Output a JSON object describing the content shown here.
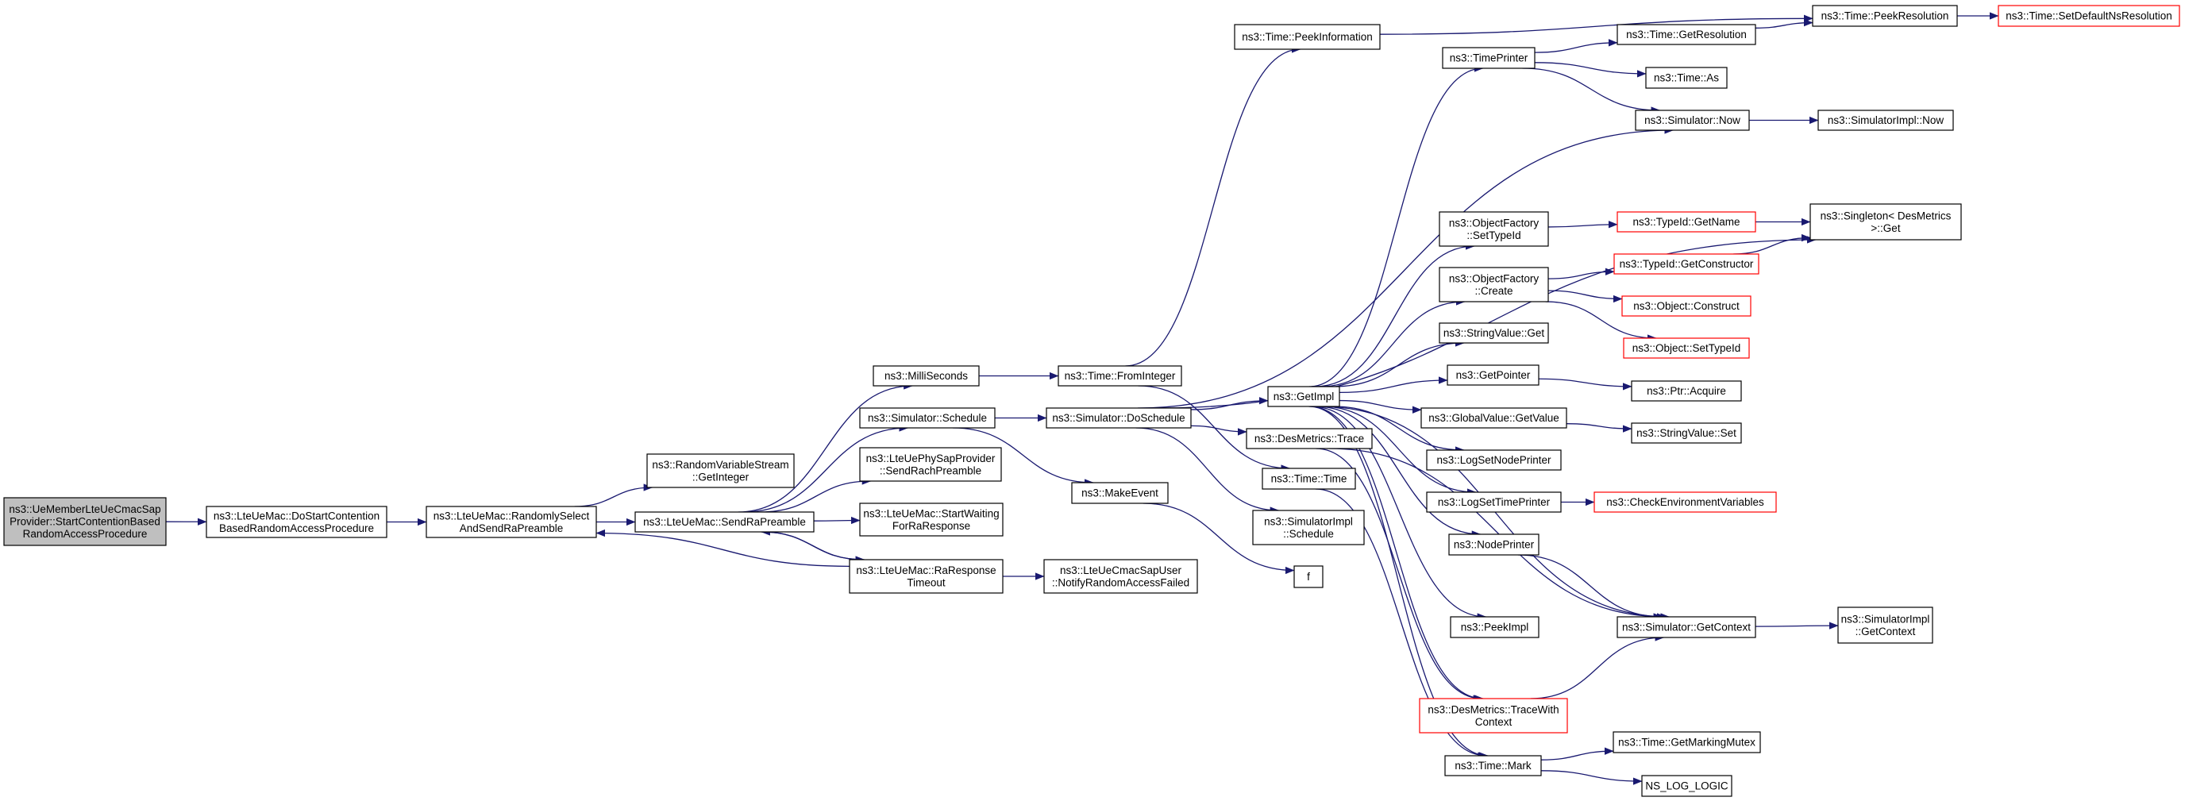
{
  "diagram": {
    "edge_color": "#191970",
    "root_fill": "#bfbfbf",
    "truncated_border": "#ff0000",
    "nodes": [
      {
        "id": "root",
        "lines": [
          "ns3::UeMemberLteUeCmacSap",
          "Provider::StartContentionBased",
          "RandomAccessProcedure"
        ],
        "root": true
      },
      {
        "id": "dostart",
        "lines": [
          "ns3::LteUeMac::DoStartContention",
          "BasedRandomAccessProcedure"
        ]
      },
      {
        "id": "randsel",
        "lines": [
          "ns3::LteUeMac::RandomlySelect",
          "AndSendRaPreamble"
        ]
      },
      {
        "id": "rvsget",
        "lines": [
          "ns3::RandomVariableStream",
          "::GetInteger"
        ]
      },
      {
        "id": "sendra",
        "lines": [
          "ns3::LteUeMac::SendRaPreamble"
        ]
      },
      {
        "id": "millis",
        "lines": [
          "ns3::MilliSeconds"
        ]
      },
      {
        "id": "simsched",
        "lines": [
          "ns3::Simulator::Schedule"
        ]
      },
      {
        "id": "physap",
        "lines": [
          "ns3::LteUePhySapProvider",
          "::SendRachPreamble"
        ]
      },
      {
        "id": "startwait",
        "lines": [
          "ns3::LteUeMac::StartWaiting",
          "ForRaResponse"
        ]
      },
      {
        "id": "rarespto",
        "lines": [
          "ns3::LteUeMac::RaResponse",
          "Timeout"
        ]
      },
      {
        "id": "notify",
        "lines": [
          "ns3::LteUeCmacSapUser",
          "::NotifyRandomAccessFailed"
        ]
      },
      {
        "id": "fromint",
        "lines": [
          "ns3::Time::FromInteger"
        ]
      },
      {
        "id": "dosched",
        "lines": [
          "ns3::Simulator::DoSchedule"
        ]
      },
      {
        "id": "makeevent",
        "lines": [
          "ns3::MakeEvent"
        ]
      },
      {
        "id": "peekinfo",
        "lines": [
          "ns3::Time::PeekInformation"
        ]
      },
      {
        "id": "getimpl",
        "lines": [
          "ns3::GetImpl"
        ]
      },
      {
        "id": "destrace",
        "lines": [
          "ns3::DesMetrics::Trace"
        ]
      },
      {
        "id": "timetime",
        "lines": [
          "ns3::Time::Time"
        ]
      },
      {
        "id": "simimplsched",
        "lines": [
          "ns3::SimulatorImpl",
          "::Schedule"
        ]
      },
      {
        "id": "f",
        "lines": [
          "f"
        ]
      },
      {
        "id": "timeprinter",
        "lines": [
          "ns3::TimePrinter"
        ]
      },
      {
        "id": "ofsettype",
        "lines": [
          "ns3::ObjectFactory",
          "::SetTypeId"
        ]
      },
      {
        "id": "ofcreate",
        "lines": [
          "ns3::ObjectFactory",
          "::Create"
        ]
      },
      {
        "id": "strvalget",
        "lines": [
          "ns3::StringValue::Get"
        ]
      },
      {
        "id": "getpointer",
        "lines": [
          "ns3::GetPointer"
        ]
      },
      {
        "id": "gvgetval",
        "lines": [
          "ns3::GlobalValue::GetValue"
        ]
      },
      {
        "id": "logsetnode",
        "lines": [
          "ns3::LogSetNodePrinter"
        ]
      },
      {
        "id": "logsettime",
        "lines": [
          "ns3::LogSetTimePrinter"
        ]
      },
      {
        "id": "nodeprinter",
        "lines": [
          "ns3::NodePrinter"
        ]
      },
      {
        "id": "peekimpl",
        "lines": [
          "ns3::PeekImpl"
        ]
      },
      {
        "id": "tracewith",
        "lines": [
          "ns3::DesMetrics::TraceWith",
          "Context"
        ],
        "truncated": true
      },
      {
        "id": "timemark",
        "lines": [
          "ns3::Time::Mark"
        ]
      },
      {
        "id": "getres",
        "lines": [
          "ns3::Time::GetResolution"
        ]
      },
      {
        "id": "timeas",
        "lines": [
          "ns3::Time::As"
        ]
      },
      {
        "id": "simnow",
        "lines": [
          "ns3::Simulator::Now"
        ]
      },
      {
        "id": "tidgetname",
        "lines": [
          "ns3::TypeId::GetName"
        ],
        "truncated": true
      },
      {
        "id": "tidgetctor",
        "lines": [
          "ns3::TypeId::GetConstructor"
        ],
        "truncated": true
      },
      {
        "id": "objconstruct",
        "lines": [
          "ns3::Object::Construct"
        ],
        "truncated": true
      },
      {
        "id": "objsettype",
        "lines": [
          "ns3::Object::SetTypeId"
        ],
        "truncated": true
      },
      {
        "id": "ptracquire",
        "lines": [
          "ns3::Ptr::Acquire"
        ]
      },
      {
        "id": "strvalset",
        "lines": [
          "ns3::StringValue::Set"
        ]
      },
      {
        "id": "checkenv",
        "lines": [
          "ns3::CheckEnvironmentVariables"
        ],
        "truncated": true
      },
      {
        "id": "simgetctx",
        "lines": [
          "ns3::Simulator::GetContext"
        ]
      },
      {
        "id": "getmarkmutex",
        "lines": [
          "ns3::Time::GetMarkingMutex"
        ]
      },
      {
        "id": "nslog",
        "lines": [
          "NS_LOG_LOGIC"
        ]
      },
      {
        "id": "peekres",
        "lines": [
          "ns3::Time::PeekResolution"
        ]
      },
      {
        "id": "setdefres",
        "lines": [
          "ns3::Time::SetDefaultNsResolution"
        ],
        "truncated": true
      },
      {
        "id": "simimplnow",
        "lines": [
          "ns3::SimulatorImpl::Now"
        ]
      },
      {
        "id": "singleton",
        "lines": [
          "ns3::Singleton< DesMetrics",
          ">::Get"
        ]
      },
      {
        "id": "simimplctx",
        "lines": [
          "ns3::SimulatorImpl",
          "::GetContext"
        ]
      }
    ],
    "edges": [
      [
        "root",
        "dostart"
      ],
      [
        "dostart",
        "randsel"
      ],
      [
        "randsel",
        "rvsget"
      ],
      [
        "randsel",
        "sendra"
      ],
      [
        "sendra",
        "millis"
      ],
      [
        "sendra",
        "simsched"
      ],
      [
        "sendra",
        "physap"
      ],
      [
        "sendra",
        "startwait"
      ],
      [
        "sendra",
        "rarespto"
      ],
      [
        "rarespto",
        "sendra"
      ],
      [
        "rarespto",
        "randsel"
      ],
      [
        "rarespto",
        "notify"
      ],
      [
        "millis",
        "fromint"
      ],
      [
        "simsched",
        "dosched"
      ],
      [
        "simsched",
        "makeevent"
      ],
      [
        "fromint",
        "peekinfo"
      ],
      [
        "fromint",
        "timetime"
      ],
      [
        "makeevent",
        "f"
      ],
      [
        "dosched",
        "getimpl"
      ],
      [
        "dosched",
        "destrace"
      ],
      [
        "dosched",
        "simimplsched"
      ],
      [
        "dosched",
        "simnow"
      ],
      [
        "dosched",
        "singleton"
      ],
      [
        "destrace",
        "tracewith"
      ],
      [
        "timetime",
        "timemark"
      ],
      [
        "peekinfo",
        "peekres"
      ],
      [
        "getimpl",
        "timeprinter"
      ],
      [
        "getimpl",
        "ofsettype"
      ],
      [
        "getimpl",
        "ofcreate"
      ],
      [
        "getimpl",
        "strvalget"
      ],
      [
        "getimpl",
        "getpointer"
      ],
      [
        "getimpl",
        "gvgetval"
      ],
      [
        "getimpl",
        "logsetnode"
      ],
      [
        "getimpl",
        "logsettime"
      ],
      [
        "getimpl",
        "nodeprinter"
      ],
      [
        "getimpl",
        "peekimpl"
      ],
      [
        "getimpl",
        "tracewith"
      ],
      [
        "getimpl",
        "timemark"
      ],
      [
        "getimpl",
        "simgetctx"
      ],
      [
        "timeprinter",
        "getres"
      ],
      [
        "timeprinter",
        "timeas"
      ],
      [
        "timeprinter",
        "simnow"
      ],
      [
        "ofsettype",
        "tidgetname"
      ],
      [
        "ofcreate",
        "tidgetctor"
      ],
      [
        "ofcreate",
        "objconstruct"
      ],
      [
        "ofcreate",
        "objsettype"
      ],
      [
        "getpointer",
        "ptracquire"
      ],
      [
        "gvgetval",
        "strvalset"
      ],
      [
        "logsettime",
        "checkenv"
      ],
      [
        "nodeprinter",
        "simgetctx"
      ],
      [
        "tracewith",
        "simgetctx"
      ],
      [
        "destrace",
        "simgetctx"
      ],
      [
        "timemark",
        "getmarkmutex"
      ],
      [
        "timemark",
        "nslog"
      ],
      [
        "getres",
        "peekres"
      ],
      [
        "peekres",
        "setdefres"
      ],
      [
        "simnow",
        "simimplnow"
      ],
      [
        "tidgetname",
        "singleton"
      ],
      [
        "tidgetctor",
        "singleton"
      ],
      [
        "simgetctx",
        "simimplctx"
      ]
    ]
  }
}
